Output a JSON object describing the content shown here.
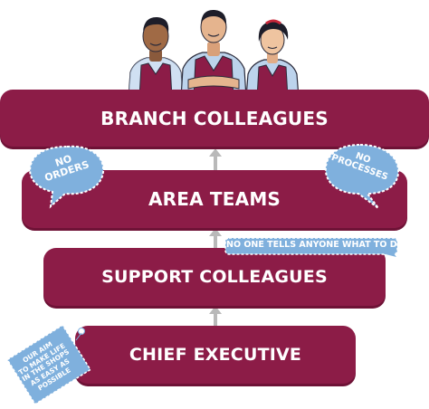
{
  "colors": {
    "bar": "#8c1c47",
    "callout": "#7fb0dd",
    "arrow": "#b9b9b9",
    "text": "#ffffff"
  },
  "people": [
    "man-colleague",
    "man-colleague-center",
    "woman-colleague"
  ],
  "levels": [
    {
      "label": "BRANCH COLLEAGUES"
    },
    {
      "label": "AREA TEAMS"
    },
    {
      "label": "SUPPORT COLLEAGUES"
    },
    {
      "label": "CHIEF EXECUTIVE"
    }
  ],
  "callouts": {
    "no_orders": {
      "line1": "NO",
      "line2": "ORDERS"
    },
    "no_processes": {
      "line1": "NO",
      "line2": "PROCESSES"
    },
    "no_one": "NO ONE TELLS ANYONE WHAT TO DO",
    "aim": [
      "OUR AIM",
      "TO MAKE LIFE",
      "IN THE SHOPS",
      "AS EASY AS",
      "POSSIBLE"
    ]
  }
}
